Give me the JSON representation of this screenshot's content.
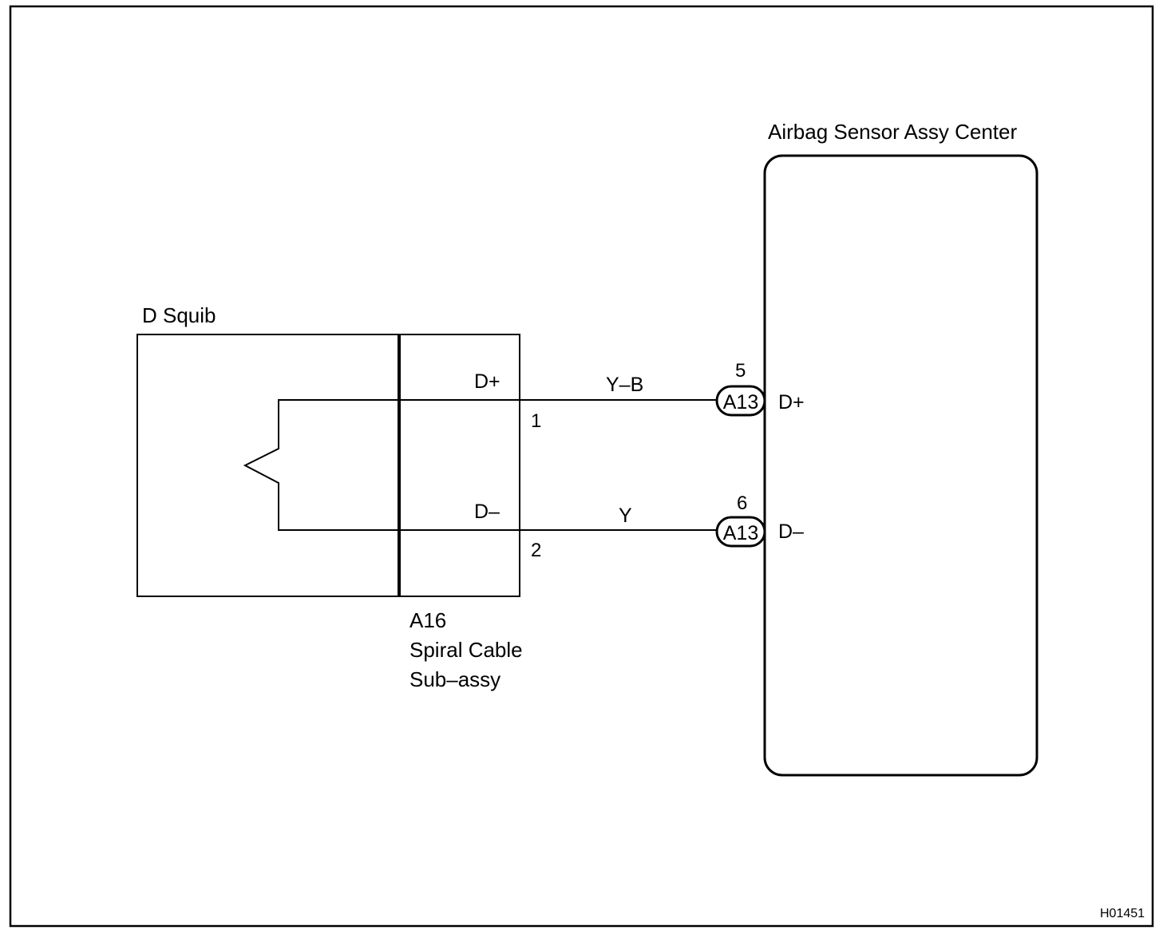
{
  "figure_code": "H01451",
  "components": {
    "airbag_sensor": {
      "title": "Airbag Sensor Assy Center"
    },
    "squib": {
      "title": "D Squib"
    },
    "spiral_cable": {
      "code": "A16",
      "name_line1": "Spiral Cable",
      "name_line2": "Sub–assy",
      "pin_labels": {
        "plus": "D+",
        "minus": "D–"
      },
      "pin_numbers": {
        "plus": "1",
        "minus": "2"
      }
    }
  },
  "connectors": [
    {
      "code": "A13",
      "pin": "5",
      "terminal": "D+",
      "wire_color": "Y–B"
    },
    {
      "code": "A13",
      "pin": "6",
      "terminal": "D–",
      "wire_color": "Y"
    }
  ]
}
